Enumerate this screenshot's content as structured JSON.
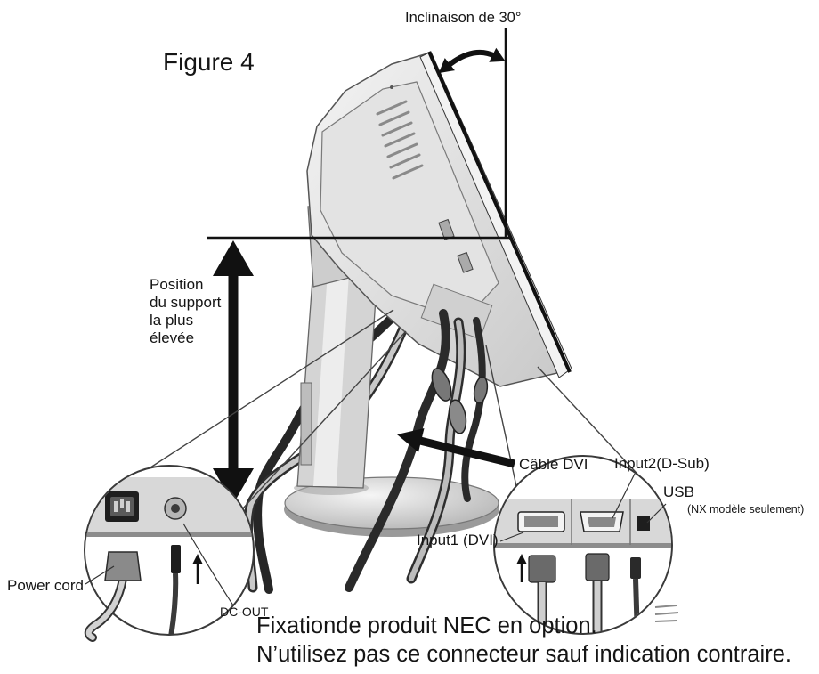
{
  "figure": {
    "title": "Figure 4",
    "tilt_label": "Inclinaison de 30°",
    "height_label": [
      "Position",
      "du support",
      "la plus",
      "élevée"
    ],
    "callouts": {
      "dvi_cable": "Câble DVI",
      "input2": "Input2(D-Sub)",
      "usb": "USB",
      "usb_note": "(NX modèle seulement)",
      "input1": "Input1 (DVI)",
      "power_cord": "Power cord",
      "dc_out": "DC-OUT"
    },
    "note": {
      "line1": "Fixationde produit NEC en option.",
      "line2": "N’utilisez pas ce connecteur sauf indication contraire."
    }
  }
}
